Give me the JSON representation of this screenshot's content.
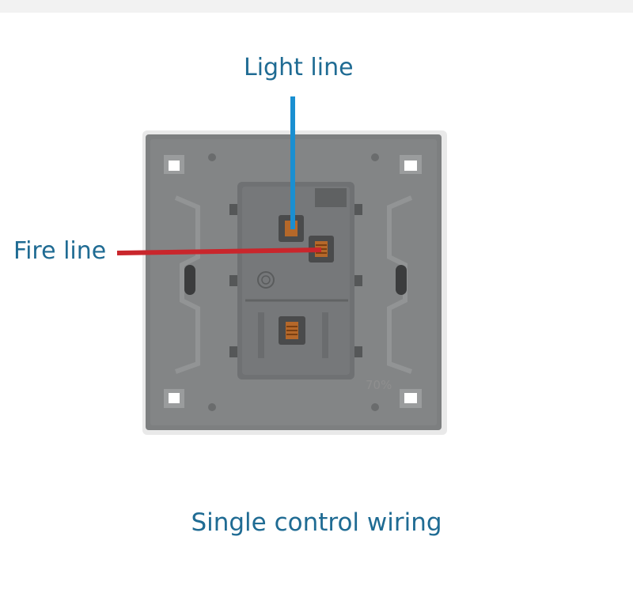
{
  "labels": {
    "light_line": "Light line",
    "fire_line": "Fire line"
  },
  "caption": "Single control wiring",
  "watermark": "70%",
  "colors": {
    "label_text": "#1f6b93",
    "light_wire": "#1a8fd1",
    "fire_wire": "#c9262c",
    "plate": "#7d7f80",
    "module": "#6f7173",
    "terminal": "#b5682a"
  }
}
